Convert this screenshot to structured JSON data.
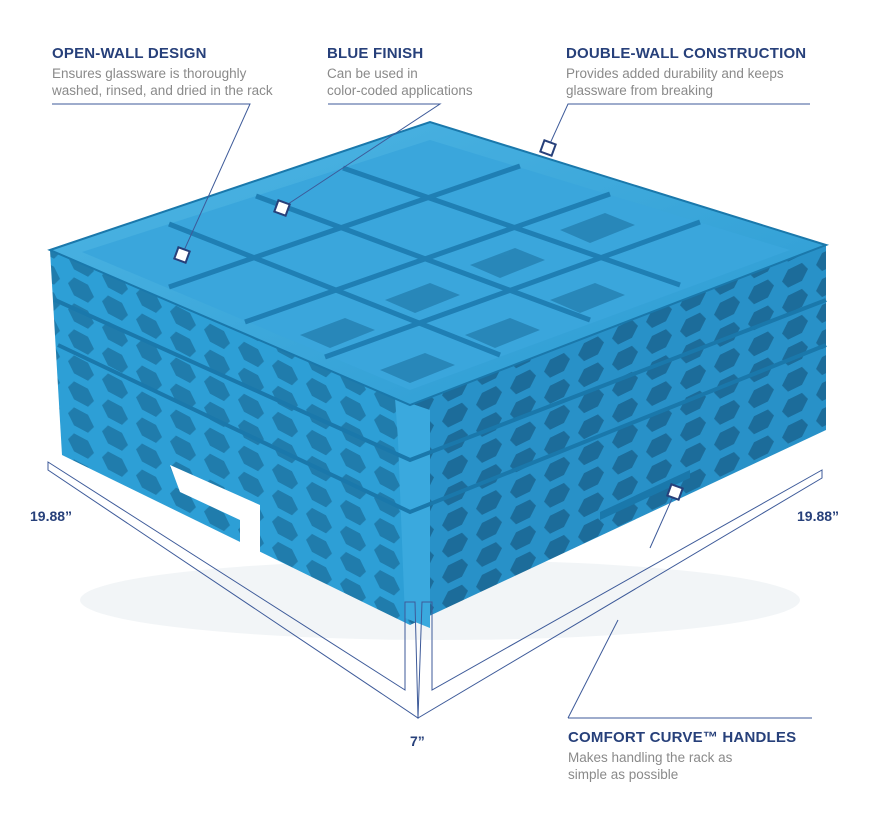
{
  "colors": {
    "heading": "#27407a",
    "body_text": "#8a8a8a",
    "line": "#3d5a99",
    "rack_blue": "#2d9fd6",
    "rack_dark": "#1a78ab",
    "rack_light": "#5cbbe6"
  },
  "callouts": {
    "open_wall": {
      "title": "OPEN-WALL DESIGN",
      "lines": [
        "Ensures glassware is thoroughly",
        "washed, rinsed, and dried in the rack"
      ]
    },
    "blue_finish": {
      "title": "BLUE FINISH",
      "lines": [
        "Can be used in",
        "color-coded applications"
      ]
    },
    "double_wall": {
      "title": "DOUBLE-WALL CONSTRUCTION",
      "lines": [
        "Provides added durability and keeps",
        "glassware from breaking"
      ]
    },
    "handles": {
      "title": "COMFORT CURVE™ HANDLES",
      "lines": [
        "Makes handling the rack as",
        "simple as possible"
      ]
    }
  },
  "dimensions": {
    "left": "19.88”",
    "right": "19.88”",
    "height": "7”"
  },
  "product": {
    "icon": "dish-rack-image",
    "compartments": 16
  }
}
